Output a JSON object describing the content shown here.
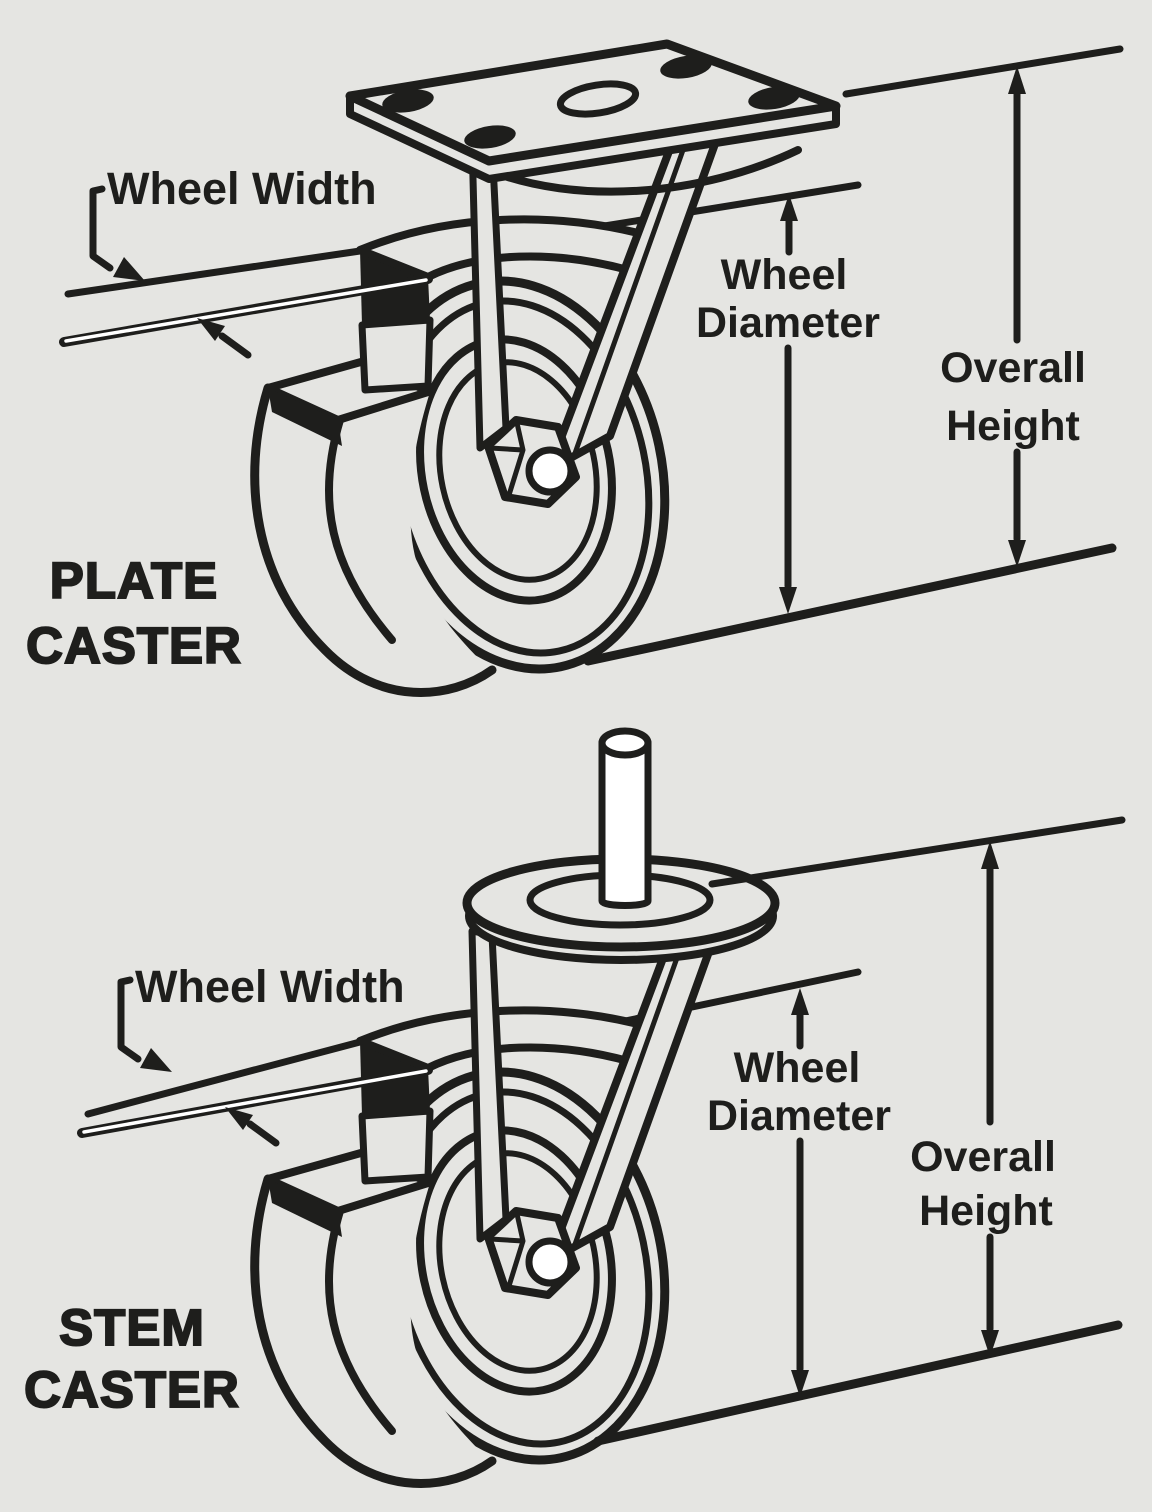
{
  "diagram": {
    "title": "Caster dimension reference diagram",
    "background_color": "#e5e5e2",
    "ink_color": "#1e1e1c",
    "figures": [
      {
        "name": "Plate Caster",
        "caption_line1": "PLATE",
        "caption_line2": "CASTER",
        "labels": {
          "wheel_width": "Wheel Width",
          "wheel_diameter_line1": "Wheel",
          "wheel_diameter_line2": "Diameter",
          "overall_height_line1": "Overall",
          "overall_height_line2": "Height"
        }
      },
      {
        "name": "Stem Caster",
        "caption_line1": "STEM",
        "caption_line2": "CASTER",
        "labels": {
          "wheel_width": "Wheel Width",
          "wheel_diameter_line1": "Wheel",
          "wheel_diameter_line2": "Diameter",
          "overall_height_line1": "Overall",
          "overall_height_line2": "Height"
        }
      }
    ]
  }
}
